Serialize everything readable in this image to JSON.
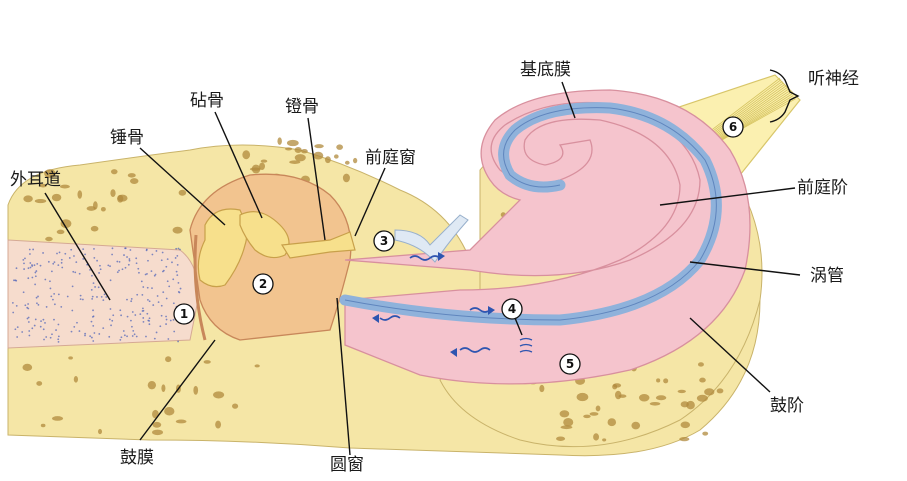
{
  "diagram": {
    "labels": {
      "external_canal": "外耳道",
      "malleus": "锤骨",
      "incus": "砧骨",
      "stapes": "镫骨",
      "oval_window": "前庭窗",
      "basilar_membrane": "基底膜",
      "auditory_nerve": "听神经",
      "scala_vestibuli": "前庭阶",
      "cochlear_duct": "涡管",
      "scala_tympani": "鼓阶",
      "eardrum": "鼓膜",
      "round_window": "圆窗"
    },
    "markers": [
      "1",
      "2",
      "3",
      "4",
      "5",
      "6"
    ],
    "colors": {
      "bone": "#f5e6a6",
      "bone_hole": "#b08a3c",
      "ear_tissue": "#f2c48f",
      "canal_fill": "#f6dccd",
      "cochlea_pink": "#f5c4cd",
      "cochlear_duct_blue": "#8fb2db",
      "nerve": "#fbf0b0",
      "wave_blue": "#2e55b0"
    }
  }
}
